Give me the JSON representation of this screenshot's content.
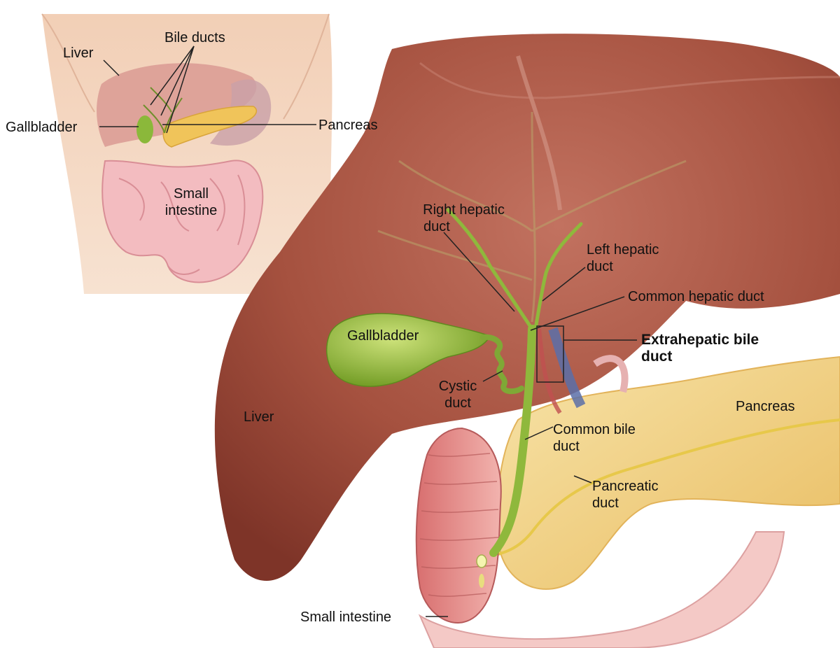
{
  "inset": {
    "labels": {
      "liver": "Liver",
      "bile_ducts": "Bile ducts",
      "gallbladder": "Gallbladder",
      "pancreas": "Pancreas",
      "small_intestine_line1": "Small",
      "small_intestine_line2": "intestine"
    }
  },
  "main": {
    "labels": {
      "right_hepatic_line1": "Right hepatic",
      "right_hepatic_line2": "duct",
      "left_hepatic_line1": "Left hepatic",
      "left_hepatic_line2": "duct",
      "common_hepatic": "Common hepatic duct",
      "extrahepatic_line1": "Extrahepatic bile",
      "extrahepatic_line2": "duct",
      "gallbladder": "Gallbladder",
      "cystic_line1": "Cystic",
      "cystic_line2": "duct",
      "liver": "Liver",
      "pancreas": "Pancreas",
      "common_bile_line1": "Common bile",
      "common_bile_line2": "duct",
      "pancreatic_line1": "Pancreatic",
      "pancreatic_line2": "duct",
      "small_intestine": "Small intestine"
    }
  },
  "colors": {
    "liver": "#9e4a3c",
    "gallbladder": "#8fb83c",
    "pancreas": "#f2d58a",
    "intestine": "#e9a0a0",
    "skin": "#f3d3bd",
    "vein": "#5a6fa8",
    "leader": "#222222"
  }
}
